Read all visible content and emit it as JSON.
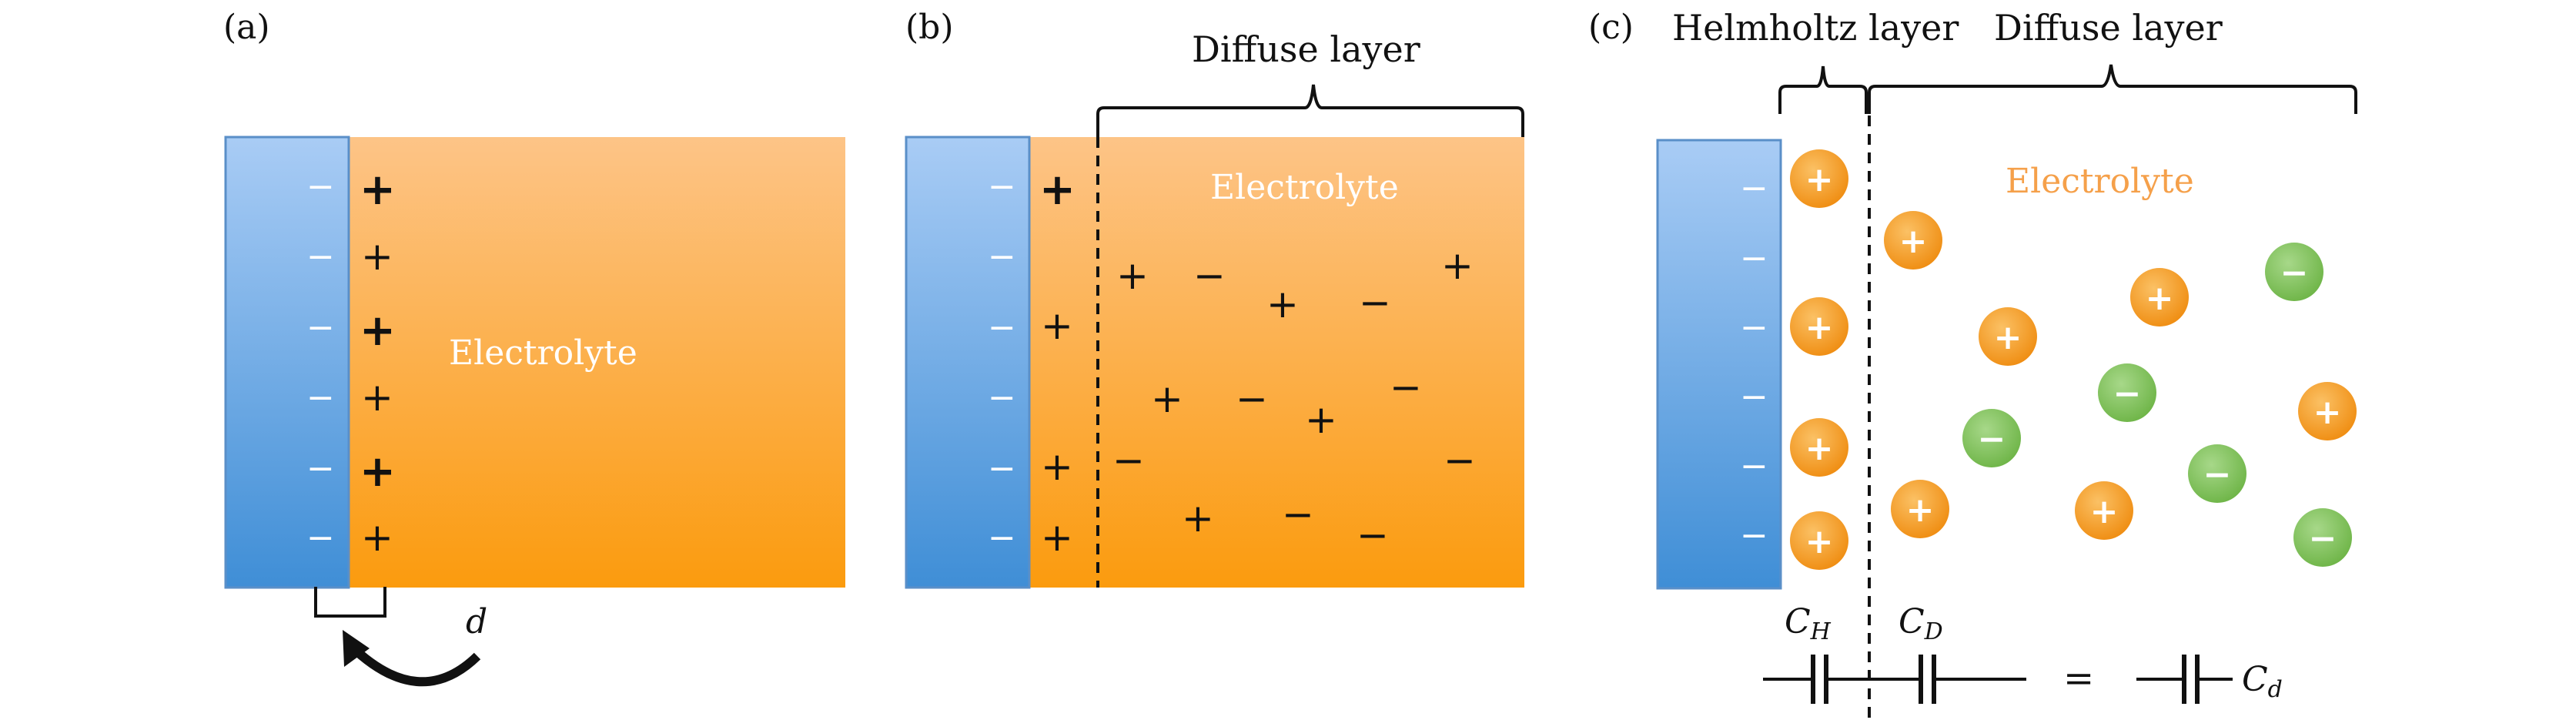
{
  "panels": {
    "a": {
      "label": "(a)",
      "electrolyte": "Electrolyte",
      "distance_symbol": "d"
    },
    "b": {
      "label": "(b)",
      "layer": "Diffuse layer",
      "electrolyte": "Electrolyte"
    },
    "c": {
      "label": "(c)",
      "helmholtz": "Helmholtz layer",
      "diffuse": "Diffuse layer",
      "electrolyte": "Electrolyte"
    }
  },
  "signs": {
    "plus": "+",
    "minus": "−"
  },
  "circuit": {
    "c_h_main": "C",
    "c_h_sub": "H",
    "c_d_main": "C",
    "c_d_sub": "D",
    "equals": "=",
    "c_total_main": "C",
    "c_total_sub": "d"
  },
  "colors": {
    "electrode_top": "#a9ccf5",
    "electrode_bottom": "#3f8ed6",
    "electrolyte_top": "#fdc487",
    "electrolyte_bottom": "#fb9b0e",
    "cation": "#f59a1e",
    "anion": "#82c45c"
  }
}
